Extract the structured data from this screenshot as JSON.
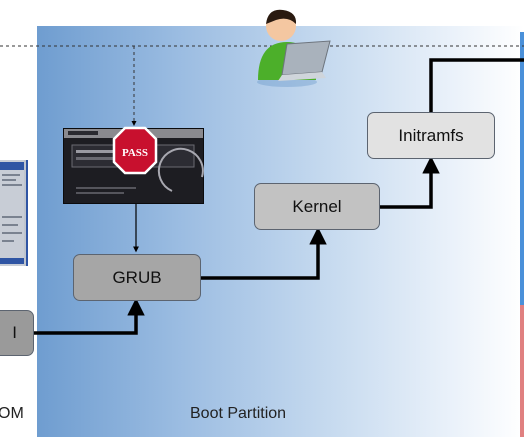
{
  "regions": {
    "boot_caption": "Boot Partition",
    "rom_caption": "OM"
  },
  "boxes": {
    "left_partial": "I",
    "grub": "GRUB",
    "kernel": "Kernel",
    "initramfs": "Initramfs"
  },
  "grub_screen": {
    "stop_sign": "PASS"
  },
  "colors": {
    "boot_region_start": "#6f9dd0",
    "boot_region_end": "#ffffff",
    "arrow": "#000000",
    "stop_sign": "#c8102e",
    "user_shirt": "#4caf2a"
  }
}
